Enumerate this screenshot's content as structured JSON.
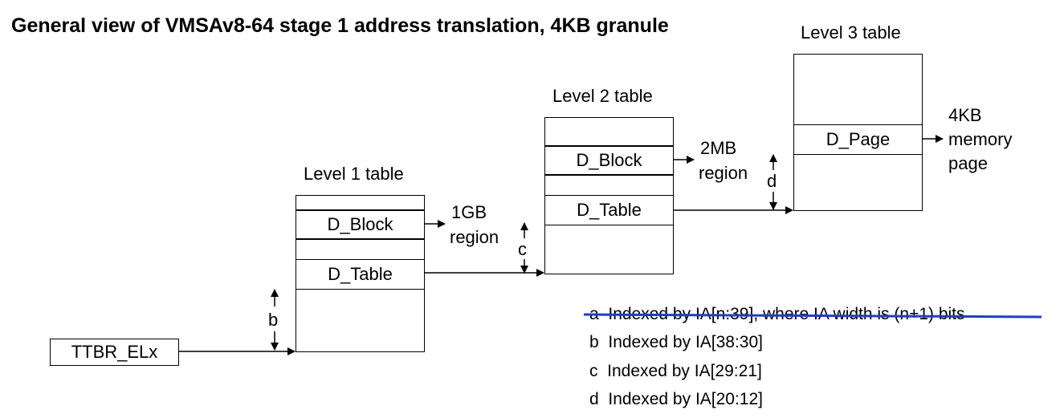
{
  "title": "General view of VMSAv8-64 stage 1 address translation, 4KB granule",
  "ttbr": "TTBR_ELx",
  "level1": {
    "heading": "Level 1 table",
    "block_entry": "D_Block",
    "table_entry": "D_Table",
    "output_line1": "1GB",
    "output_line2": "region"
  },
  "level2": {
    "heading": "Level 2 table",
    "block_entry": "D_Block",
    "table_entry": "D_Table",
    "output_line1": "2MB",
    "output_line2": "region"
  },
  "level3": {
    "heading": "Level 3 table",
    "page_entry": "D_Page",
    "output_line1": "4KB",
    "output_line2": "memory",
    "output_line3": "page"
  },
  "index_markers": {
    "b": "b",
    "c": "c",
    "d": "d"
  },
  "legend": [
    {
      "key": "a",
      "text": "Indexed by IA[n:39], where IA width is (n+1) bits",
      "struck": true
    },
    {
      "key": "b",
      "text": "Indexed by IA[38:30]"
    },
    {
      "key": "c",
      "text": "Indexed by IA[29:21]"
    },
    {
      "key": "d",
      "text": "Indexed by IA[20:12]"
    }
  ],
  "colors": {
    "strike": "#1f3fbf",
    "line": "#000000"
  }
}
